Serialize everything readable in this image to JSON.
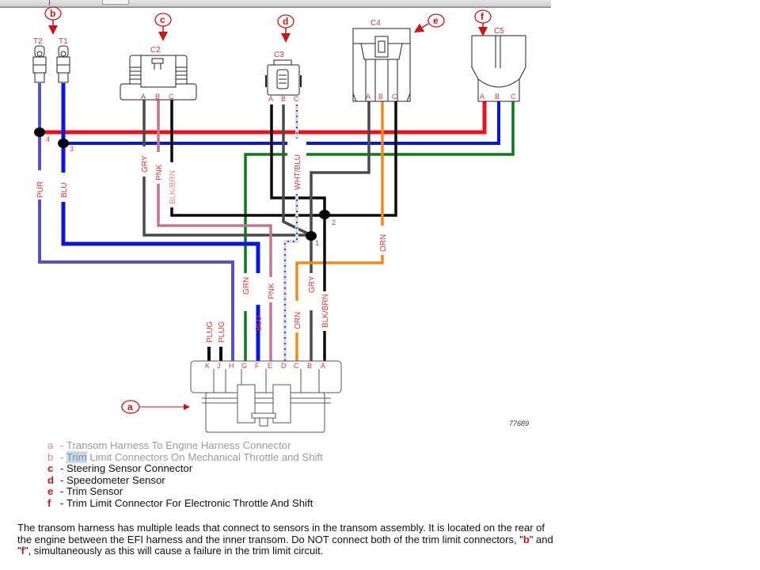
{
  "window": {
    "toolbar": "viewer-toolbar"
  },
  "diagram": {
    "figure_number": "77689",
    "callouts": {
      "a": "a",
      "b": "b",
      "c": "c",
      "d": "d",
      "e": "e",
      "f": "f"
    },
    "connectors": {
      "T1": "T1",
      "T2": "T2",
      "C2": "C2",
      "C3": "C3",
      "C4": "C4",
      "C5": "C5"
    },
    "pin_letters_abc": [
      "A",
      "B",
      "C"
    ],
    "main_connector_pins": [
      "K",
      "J",
      "H",
      "G",
      "F",
      "E",
      "D",
      "C",
      "B",
      "A"
    ],
    "splices": [
      "1",
      "2",
      "3",
      "4"
    ],
    "wire_labels": {
      "pur": "PUR",
      "blu_left": "BLU",
      "gry_c2": "GRY",
      "pnk_c2": "PNK",
      "blkbrn_c2": "BLK/BRN",
      "wht_blu": "WHT/BLU",
      "orn_right": "ORN",
      "plug1": "PLUG",
      "plug2": "PLUG",
      "grn": "GRN",
      "blu_bottom": "BLU",
      "pnk_bottom": "PNK",
      "orn_bottom": "ORN",
      "gry_bottom": "GRY",
      "blkbrn_bottom": "BLK/BRN"
    },
    "wire_colors": {
      "red": "#e8121e",
      "blue": "#0a14e0",
      "purple": "#5a4fc8",
      "green": "#0b7a18",
      "gray": "#4a4a4a",
      "pink": "#c07890",
      "black": "#0a0a0a",
      "orange": "#f08a1e",
      "label": "#d23a3a"
    }
  },
  "legend": [
    {
      "key": "a",
      "text": "- Transom Harness To Engine Harness Connector",
      "faded": true
    },
    {
      "key": "b",
      "text_highlight": "Trim",
      "text": " Limit Connectors On Mechanical Throttle and Shift",
      "prefix": "- ",
      "faded": true
    },
    {
      "key": "c",
      "text": "- Steering Sensor Connector",
      "faded": false
    },
    {
      "key": "d",
      "text": "- Speedometer Sensor",
      "faded": false
    },
    {
      "key": "e",
      "text": "- Trim Sensor",
      "faded": false
    },
    {
      "key": "f",
      "text": "- Trim Limit Connector For Electronic Throttle And Shift",
      "faded": false
    }
  ],
  "paragraph": {
    "part1": "The transom harness has multiple leads that connect to sensors in the transom assembly. It is located on the rear of the engine between the EFI harness and the inner transom. Do NOT connect both of the trim limit connectors, \"",
    "b": "b",
    "part2": "\" and \"",
    "f": "f",
    "part3": "\", simultaneously as this will cause a failure in the trim limit circuit."
  }
}
